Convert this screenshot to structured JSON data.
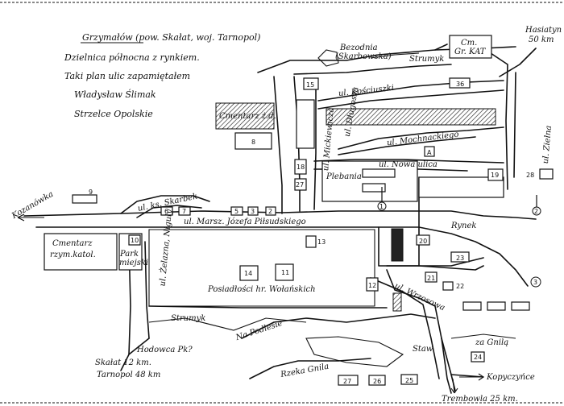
{
  "header": {
    "title": "Grzymałów (pow. Skałat, woj. Tarnopol)",
    "line2": "Dzielnica północna z rynkiem.",
    "line3": "Taki plan ulic zapamiętałem",
    "author": "Władysław Ślimak",
    "city": "Strzelce Opolskie"
  },
  "streets": {
    "kosciuszki": "ul. Kościuszki",
    "dlugosza": "ul. Długosza",
    "mochnackiego": "ul. Mochnackiego",
    "nowa_ulica": "ul. Nowa ulica",
    "mickiewicza": "ul. Mickiewicza",
    "skarbek": "ul. ks. Skarbek",
    "pilsudskiego": "ul. Marsz. Józefa Piłsudskiego",
    "zielna": "ul. Zielna",
    "wrzosowa": "ul. Wrzosowa",
    "zeleznicza": "ul. Żelazna, Niguły"
  },
  "places": {
    "bezodnia": "Bezodnia",
    "bezodnia_sub": "(Skarbowska)",
    "cm_gr_kat": "Cm.",
    "cm_gr_kat2": "Gr. KAT",
    "hasiatyn": "Hasiatyn",
    "hasiatyn_dist": "50 km",
    "cmentarz_zyd": "Cmentarz ż.d.",
    "plebania": "Plebania",
    "rynek": "Rynek",
    "cmentarz_rzym": "Cmentarz",
    "cmentarz_rzym2": "rzym.katol.",
    "park": "Park",
    "park2": "miejski",
    "posiadlosci": "Posiadłości hr. Wołańskich",
    "hodowca": "Hodowca Pk?",
    "skalat": "Skałat 12 km.",
    "tarnopol": "Tarnopol 48 km",
    "kozanowka": "Kozanówka",
    "kopyczynce": "Kopyczyńce",
    "trembowla": "Trembowla 25 km.",
    "staw": "Staw",
    "strumyk1": "Strumyk",
    "strumyk2": "Strumyk",
    "na_podlesie": "Na Podlesie",
    "za_gnila": "za Gnilą",
    "rzeka_gnila": "Rzeka Gnila"
  },
  "numbers": [
    "15",
    "36",
    "8",
    "18",
    "27",
    "A",
    "19",
    "28",
    "9",
    "6",
    "7",
    "5",
    "3",
    "2",
    "13",
    "10",
    "20",
    "23",
    "21",
    "22",
    "14",
    "11",
    "12",
    "24",
    "25",
    "26",
    "27"
  ],
  "markers": [
    "1",
    "2",
    "3"
  ],
  "colors": {
    "ink": "#111111",
    "paper": "#ffffff"
  }
}
